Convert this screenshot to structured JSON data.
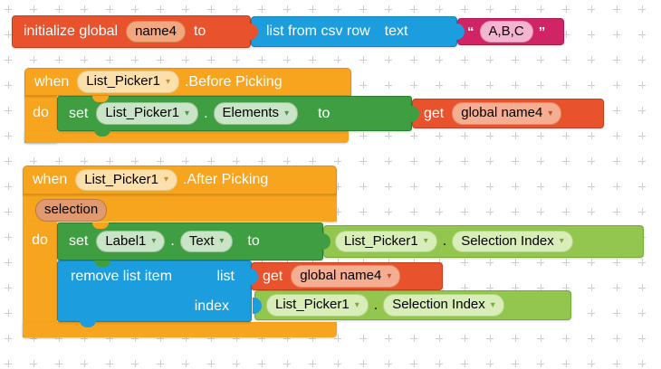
{
  "workspace": {
    "name": "App Inventor blocks workspace"
  },
  "icons": {
    "dropdown_arrow": "▾"
  },
  "colors": {
    "variable_block": "#e8522d",
    "list_block": "#1b9dde",
    "text_block": "#d02465",
    "event_block": "#f7a41f",
    "setter_block": "#3f9e42",
    "getter_block": "#93c64e",
    "grid_plus": "#cdcdcd"
  },
  "init_block": {
    "label": "initialize global",
    "name": "name4",
    "to": "to"
  },
  "csv_block": {
    "label": "list from csv row",
    "socket_label": "text"
  },
  "string_block": {
    "open_quote": "“",
    "value": "A,B,C",
    "close_quote": "”"
  },
  "before_picking": {
    "when": "when",
    "component": "List_Picker1",
    "event": ".Before Picking",
    "do": "do",
    "set": "set",
    "set_component": "List_Picker1",
    "dot": ".",
    "property": "Elements",
    "to": "to",
    "get": "get",
    "get_var": "global name4"
  },
  "after_picking": {
    "when": "when",
    "component": "List_Picker1",
    "event": ".After Picking",
    "param": "selection",
    "do": "do",
    "set": "set",
    "set_component": "Label1",
    "dot": ".",
    "property": "Text",
    "to": "to",
    "value_component": "List_Picker1",
    "value_dot": ".",
    "value_property": "Selection Index",
    "remove_label": "remove list item",
    "list_label": "list",
    "get": "get",
    "get_var": "global name4",
    "index_label": "index",
    "index_component": "List_Picker1",
    "index_dot": ".",
    "index_property": "Selection Index"
  }
}
